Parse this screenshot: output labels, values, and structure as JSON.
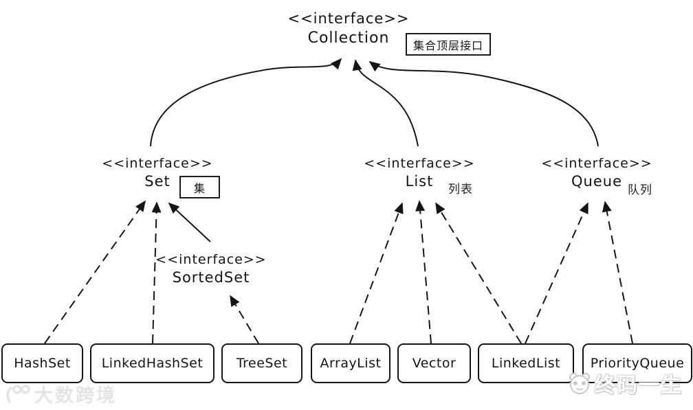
{
  "nodes": {
    "collection": {
      "stereotype": "<<interface>>",
      "name": "Collection"
    },
    "set": {
      "stereotype": "<<interface>>",
      "name": "Set"
    },
    "list": {
      "stereotype": "<<interface>>",
      "name": "List"
    },
    "queue": {
      "stereotype": "<<interface>>",
      "name": "Queue"
    },
    "sortedset": {
      "stereotype": "<<interface>>",
      "name": "SortedSet"
    }
  },
  "annotations": {
    "collection_note": "集合顶层接口",
    "set_note": "集",
    "list_note": "列表",
    "queue_note": "队列"
  },
  "classes": [
    "HashSet",
    "LinkedHashSet",
    "TreeSet",
    "ArrayList",
    "Vector",
    "LinkedList",
    "PriorityQueue"
  ],
  "edges": [
    {
      "from": "Set",
      "to": "Collection",
      "style": "solid"
    },
    {
      "from": "List",
      "to": "Collection",
      "style": "solid"
    },
    {
      "from": "Queue",
      "to": "Collection",
      "style": "solid"
    },
    {
      "from": "SortedSet",
      "to": "Set",
      "style": "solid"
    },
    {
      "from": "HashSet",
      "to": "Set",
      "style": "dashed"
    },
    {
      "from": "LinkedHashSet",
      "to": "Set",
      "style": "dashed"
    },
    {
      "from": "TreeSet",
      "to": "SortedSet",
      "style": "dashed"
    },
    {
      "from": "ArrayList",
      "to": "List",
      "style": "dashed"
    },
    {
      "from": "Vector",
      "to": "List",
      "style": "dashed"
    },
    {
      "from": "LinkedList",
      "to": "List",
      "style": "dashed"
    },
    {
      "from": "LinkedList",
      "to": "Queue",
      "style": "dashed"
    },
    {
      "from": "PriorityQueue",
      "to": "Queue",
      "style": "dashed"
    }
  ],
  "watermarks": {
    "bottom_left": {
      "icon": "glasses-logo-icon",
      "text": "大数跨境"
    },
    "bottom_right": {
      "icon": "panda-icon",
      "text": "终码一生"
    }
  },
  "colors": {
    "line": "#151515",
    "background": "#ffffff",
    "watermark_light": "#e4e4e4",
    "watermark_outline": "#bdbdbd"
  }
}
